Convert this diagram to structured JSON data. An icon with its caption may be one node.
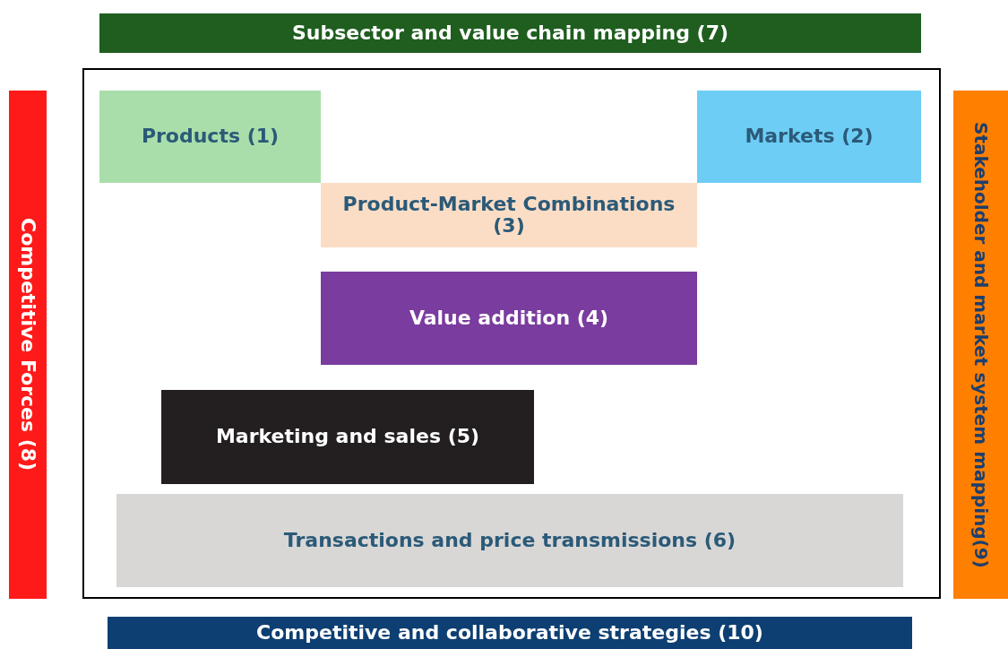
{
  "diagram": {
    "nodes": [
      {
        "text": [
          "Subsector and value chain mapping (7)"
        ]
      },
      {
        "text": [],
        "shape": "box"
      },
      {
        "text": [
          "Products (1)"
        ],
        "in": 1
      },
      {
        "text": [
          "Markets  (2)"
        ],
        "in": 1
      },
      {
        "text": [
          "Product-Market Combinations (3)"
        ],
        "in": 1
      },
      {
        "text": [
          "Value addition (4)"
        ],
        "in": 1
      },
      {
        "text": [
          "Marketing and sales (5)"
        ],
        "in": 1
      },
      {
        "text": [
          "Transactions and price transmissions (6)"
        ],
        "in": 1
      },
      {
        "text": [
          "Competitive Forces (8)"
        ]
      },
      {
        "text": [
          "Stakeholder and market system mapping(9)"
        ]
      },
      {
        "text": [
          "Competitive and collaborative strategies (10)"
        ]
      }
    ]
  }
}
